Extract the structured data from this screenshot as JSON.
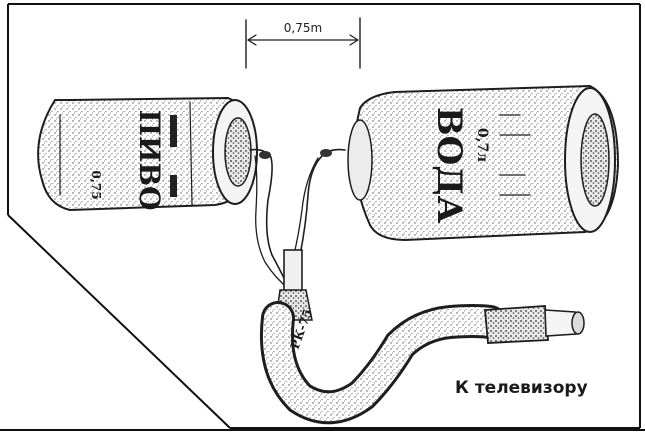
{
  "diagram": {
    "dimension_label": "0,75m",
    "left_can_text": "ПИВО",
    "left_can_small": "0,75",
    "right_can_text": "ВОДА",
    "right_can_small": "0,7л",
    "cable_label": "РК-75",
    "destination_label": "К телевизору"
  },
  "colors": {
    "ink": "#1e1e1e",
    "paper": "#ffffff",
    "border": "#000000"
  }
}
